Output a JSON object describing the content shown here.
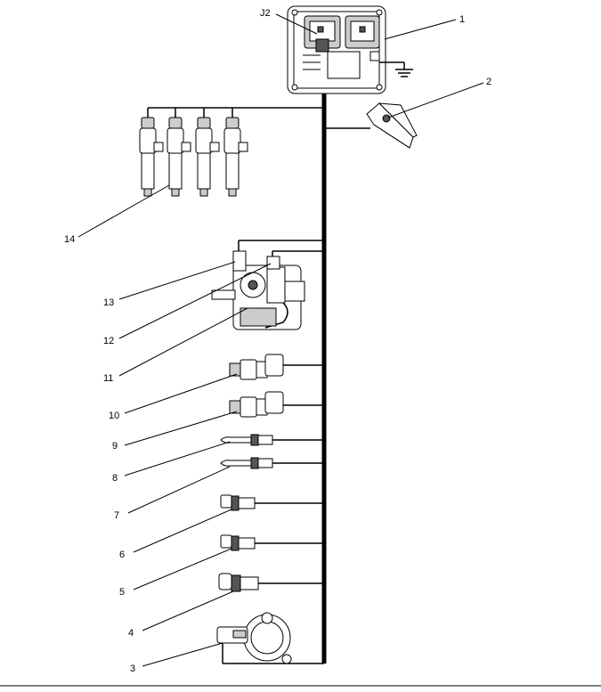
{
  "diagram": {
    "connector_label": "J2",
    "callouts": [
      "1",
      "2",
      "3",
      "4",
      "5",
      "6",
      "7",
      "8",
      "9",
      "10",
      "11",
      "12",
      "13",
      "14"
    ],
    "ground_icon": "ground-symbol-icon"
  }
}
